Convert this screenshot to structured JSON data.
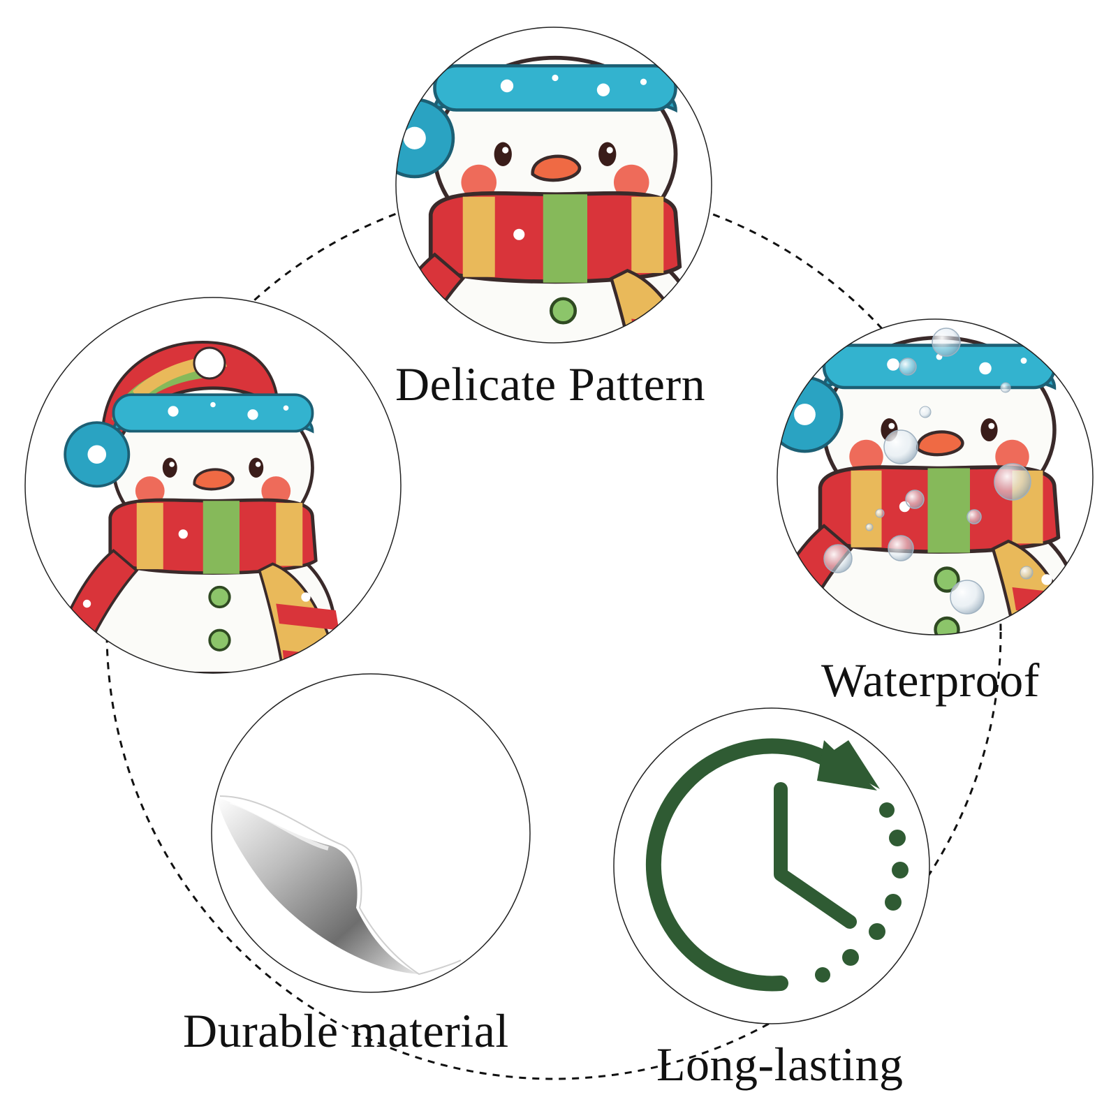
{
  "features": {
    "delicate": {
      "label": "Delicate Pattern",
      "icon": "snowman-sticker-icon"
    },
    "waterproof": {
      "label": "Waterproof",
      "icon": "wet-snowman-sticker-icon"
    },
    "durable": {
      "label": "Durable material",
      "icon": "peeling-sticker-icon"
    },
    "long": {
      "label": "Long-lasting",
      "icon": "clock-arrow-icon"
    }
  },
  "colors": {
    "clock_green": "#2f5b33",
    "hat_teal": "#2aa3c2",
    "scarf_red": "#d9343a",
    "scarf_yellow": "#e9b95a",
    "scarf_green": "#86b95a",
    "outline": "#222222"
  }
}
